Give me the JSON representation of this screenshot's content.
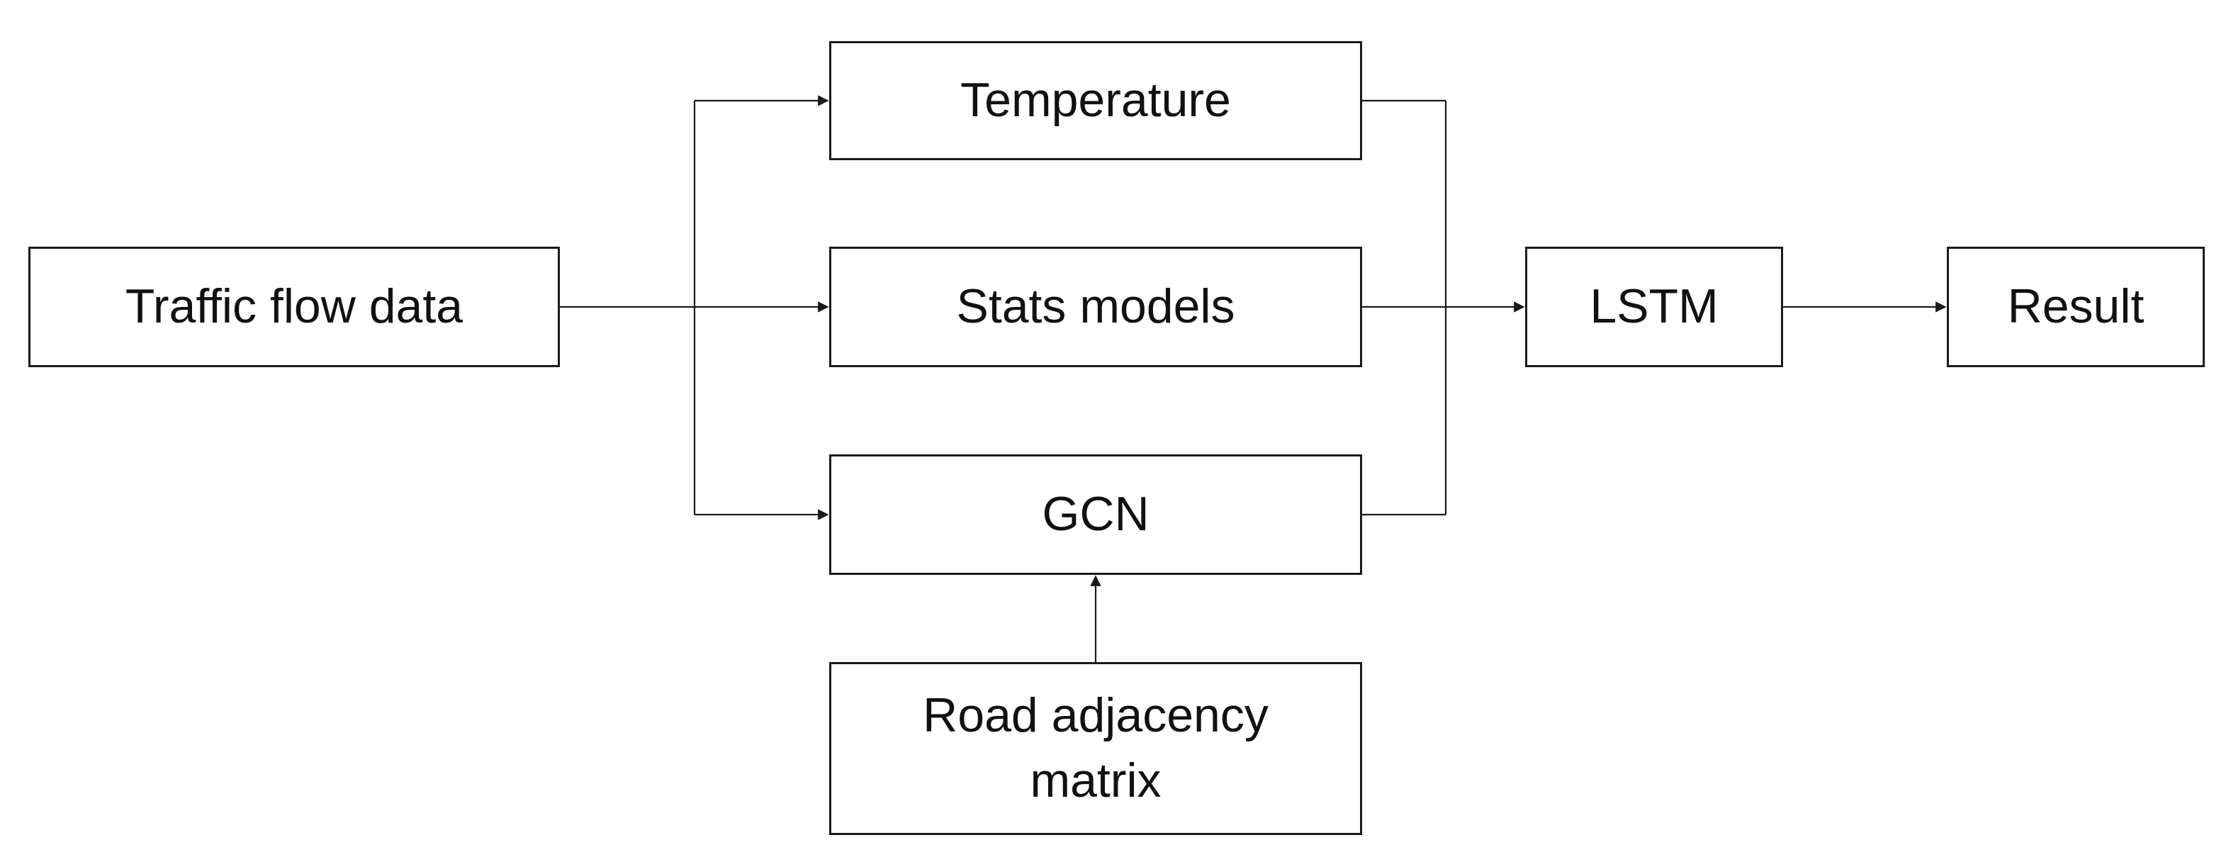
{
  "diagram": {
    "nodes": {
      "traffic": "Traffic flow data",
      "temperature": "Temperature",
      "stats": "Stats models",
      "gcn": "GCN",
      "road": "Road adjacency\nmatrix",
      "lstm": "LSTM",
      "result": "Result"
    },
    "edges": [
      {
        "from": "traffic",
        "to": "temperature"
      },
      {
        "from": "traffic",
        "to": "stats"
      },
      {
        "from": "traffic",
        "to": "gcn"
      },
      {
        "from": "road",
        "to": "gcn"
      },
      {
        "from": "temperature",
        "to": "lstm"
      },
      {
        "from": "stats",
        "to": "lstm"
      },
      {
        "from": "gcn",
        "to": "lstm"
      },
      {
        "from": "lstm",
        "to": "result"
      }
    ],
    "colors": {
      "line": "#1a1a1a",
      "box_border": "#1a1a1a",
      "text": "#111111",
      "background": "#ffffff"
    }
  }
}
